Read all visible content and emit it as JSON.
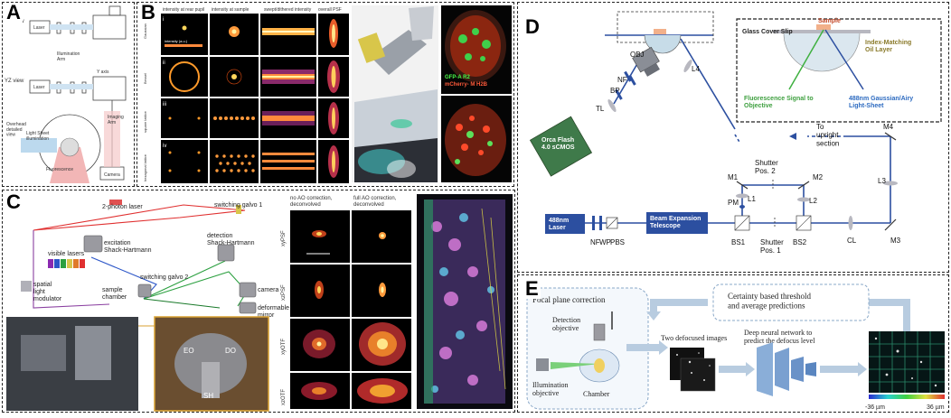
{
  "panels": {
    "A": {
      "label": "A",
      "xy_view": "XY view",
      "yz_view": "YZ view",
      "laser": "Laser",
      "illumination_arm": "Illumination\nArm",
      "y_axis": "Y axis",
      "overhead": "Overhead\ndetailed\nview",
      "light_sheet": "Light Sheet\nillumination",
      "fluorescence": "Fluorescence",
      "imaging_arm": "Imaging\nArm",
      "camera": "Camera"
    },
    "B": {
      "label": "B",
      "col_headers": [
        "intensity at rear pupil",
        "intensity at sample",
        "swept/dithered intensity",
        "overall PSF"
      ],
      "rows": [
        "i",
        "ii",
        "iii",
        "iv"
      ],
      "row_names": [
        "Gaussian",
        "Bessel",
        "square lattice",
        "hexagonal lattice"
      ],
      "intensity_label": "intensity (a.u.)",
      "gfp_label": "GFP-A R2",
      "mcherry_label": "mCherry-   M H2B"
    },
    "C": {
      "label": "C",
      "two_photon_laser": "2-photon laser",
      "switching_galvo_1": "switching galvo 1",
      "excitation_sh": "excitation\nShack-Hartmann",
      "detection_sh": "detection\nShack-Hartmann",
      "visible_lasers": "visible lasers",
      "slm": "spatial\nlight\nmodulator",
      "switching_galvo_2": "switching galvo 2",
      "sample_chamber": "sample\nchamber",
      "camera": "camera",
      "deformable_mirror": "deformable\nmirror",
      "col_no_ao": "no AO correction,\ndeconvolved",
      "col_full_ao": "full AO correction,\ndeconvolved",
      "row_labels": [
        "xyPSF",
        "xzPSF",
        "xyOTF",
        "xzOTF"
      ],
      "eo": "EO",
      "do": "DO",
      "sh": "SH"
    },
    "D": {
      "label": "D",
      "obj": "OBJ",
      "nf_top": "NF",
      "bp": "BP",
      "tl": "TL",
      "l4": "L4",
      "camera": "Orca Flash\n4.0 sCMOS",
      "to_upright": "To\nupright\nsection",
      "m4": "M4",
      "shutter2": "Shutter\nPos. 2",
      "m1": "M1",
      "m2": "M2",
      "l1": "L1",
      "l2": "L2",
      "l3": "L3",
      "pm": "PM",
      "laser": "488nm\nLaser",
      "nf": "NF",
      "wp": "WP",
      "pbs": "PBS",
      "telescope": "Beam Expansion\nTelescope",
      "bs1": "BS1",
      "bs2": "BS2",
      "shutter1": "Shutter\nPos. 1",
      "cl": "CL",
      "m3": "M3",
      "inset": {
        "cover_slip": "Glass Cover Slip",
        "sample": "Sample",
        "oil": "Index-Matching\nOil Layer",
        "fluor": "Fluorescence Signal to\nObjective",
        "sheet": "488nm Gaussian/Airy\nLight-Sheet"
      }
    },
    "E": {
      "label": "E",
      "focal": "Focal plane correction",
      "certainty": "Certainty based threshold\nand average predictions",
      "detection": "Detection\nobjective",
      "two_images": "Two defocused images",
      "dnn": "Deep neural network to\npredict the defocus level",
      "illumination": "Illumination\nobjective",
      "chamber": "Chamber",
      "scale_min": "-36 µm",
      "scale_max": "36 µm"
    }
  }
}
